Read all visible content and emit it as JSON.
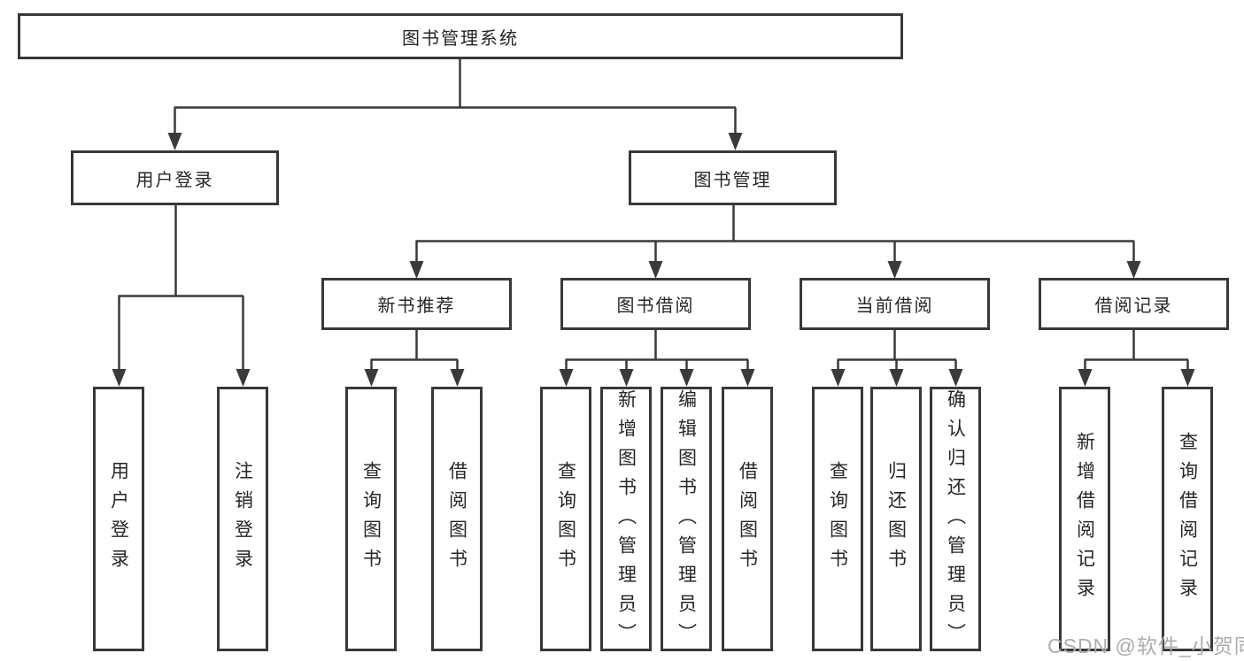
{
  "tree": {
    "label": "图书管理系统",
    "children": [
      {
        "label": "用户登录",
        "children": [
          {
            "label": "用户登录"
          },
          {
            "label": "注销登录"
          }
        ]
      },
      {
        "label": "图书管理",
        "children": [
          {
            "label": "新书推荐",
            "children": [
              {
                "label": "查询图书"
              },
              {
                "label": "借阅图书"
              }
            ]
          },
          {
            "label": "图书借阅",
            "children": [
              {
                "label": "查询图书"
              },
              {
                "label": "新增图书（管理员）"
              },
              {
                "label": "编辑图书（管理员）"
              },
              {
                "label": "借阅图书"
              }
            ]
          },
          {
            "label": "当前借阅",
            "children": [
              {
                "label": "查询图书"
              },
              {
                "label": "归还图书"
              },
              {
                "label": "确认归还（管理员）"
              }
            ]
          },
          {
            "label": "借阅记录",
            "children": [
              {
                "label": "新增借阅记录"
              },
              {
                "label": "查询借阅记录"
              }
            ]
          }
        ]
      }
    ]
  },
  "watermark": "CSDN @软件_小贺同学",
  "colors": {
    "line": "#3a3a3a",
    "border": "#383838",
    "text": "#262626",
    "watermark": "#adadad",
    "background": "#ffffff"
  }
}
